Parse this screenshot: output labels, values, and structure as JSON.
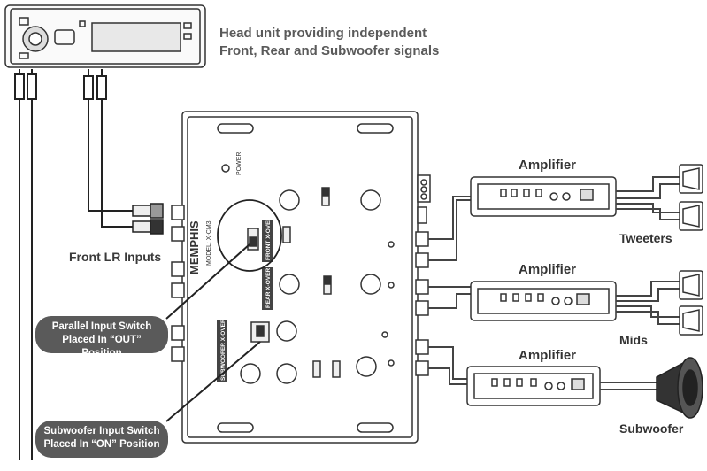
{
  "header": {
    "line1": "Head unit providing independent",
    "line2": "Front, Rear and Subwoofer signals"
  },
  "labels": {
    "front_lr_inputs": "Front LR Inputs",
    "amp1": "Amplifier",
    "amp2": "Amplifier",
    "amp3": "Amplifier",
    "tweeters": "Tweeters",
    "mids": "Mids",
    "subwoofer": "Subwoofer"
  },
  "callouts": {
    "parallel_line1": "Parallel Input Switch",
    "parallel_line2": "Placed In “OUT” Position",
    "sub_line1": "Subwoofer Input Switch",
    "sub_line2": "Placed In “ON” Position"
  },
  "crossover": {
    "brand": "MEMPHIS",
    "model": "MODEL: X-CM3",
    "power_label": "POWER",
    "front_section": "FRONT X-OVER",
    "rear_section": "REAR X-OVER",
    "sub_section": "SUBWOOFER X-OVER"
  },
  "colors": {
    "line": "#333333",
    "pill_bg": "#5a5a5a",
    "pill_text": "#ffffff",
    "text": "#3a3a3a"
  }
}
